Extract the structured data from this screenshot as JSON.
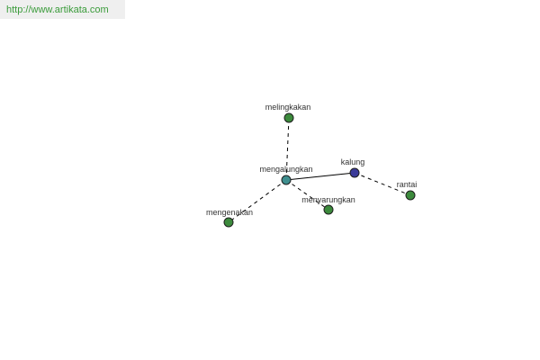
{
  "header": {
    "url_text": "http://www.artikata.com",
    "url_color": "#3a9b3a",
    "background": "#efefef"
  },
  "graph": {
    "colors": {
      "center": "#3f8f8f",
      "primary": "#3b3b9a",
      "leaf": "#3c8a3c",
      "stroke": "#1f1f1f",
      "edge": "#000000"
    },
    "nodes": [
      {
        "id": "mengalungkan",
        "label": "mengalungkan",
        "kind": "center"
      },
      {
        "id": "kalung",
        "label": "kalung",
        "kind": "primary"
      },
      {
        "id": "melingkakan",
        "label": "melingkakan",
        "kind": "leaf"
      },
      {
        "id": "mengenakan",
        "label": "mengenakan",
        "kind": "leaf"
      },
      {
        "id": "menyarungkan",
        "label": "menyarungkan",
        "kind": "leaf"
      },
      {
        "id": "rantai",
        "label": "rantai",
        "kind": "leaf"
      }
    ],
    "edges": [
      {
        "from": "mengalungkan",
        "to": "kalung",
        "style": "solid"
      },
      {
        "from": "mengalungkan",
        "to": "melingkakan",
        "style": "dashed"
      },
      {
        "from": "mengalungkan",
        "to": "mengenakan",
        "style": "dashed"
      },
      {
        "from": "mengalungkan",
        "to": "menyarungkan",
        "style": "dashed"
      },
      {
        "from": "kalung",
        "to": "rantai",
        "style": "dashed"
      }
    ]
  }
}
